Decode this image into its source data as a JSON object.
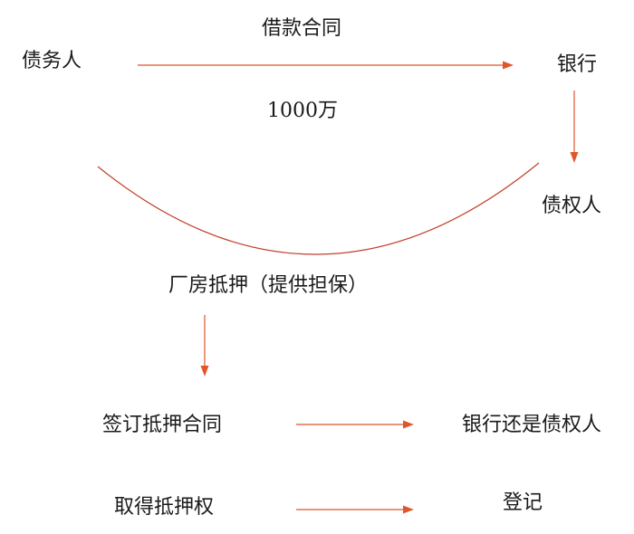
{
  "colors": {
    "arrow": "#e0552b",
    "text": "#1a1a1a",
    "background": "#ffffff"
  },
  "labels": {
    "debtor": "债务人",
    "loan_contract": "借款合同",
    "amount": "1000万",
    "bank": "银行",
    "creditor": "债权人",
    "factory_mortgage": "厂房抵押（提供担保）",
    "sign_mortgage_contract": "签订抵押合同",
    "bank_or_creditor": "银行还是债权人",
    "obtain_mortgage_right": "取得抵押权",
    "register": "登记"
  },
  "connections": [
    {
      "from": "debtor",
      "to": "bank",
      "kind": "arrow",
      "label": "loan_contract"
    },
    {
      "from": "bank",
      "to": "creditor",
      "kind": "arrow"
    },
    {
      "from": "debtor",
      "to": "creditor",
      "kind": "arc"
    },
    {
      "from": "factory_mortgage",
      "to": "sign_mortgage_contract",
      "kind": "arrow"
    },
    {
      "from": "sign_mortgage_contract",
      "to": "bank_or_creditor",
      "kind": "arrow"
    },
    {
      "from": "obtain_mortgage_right",
      "to": "register",
      "kind": "arrow"
    }
  ]
}
